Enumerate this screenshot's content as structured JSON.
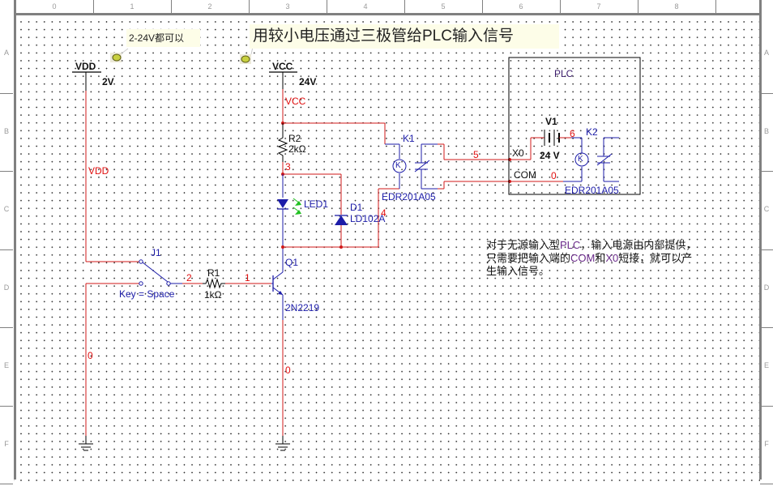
{
  "ruler": {
    "columns": [
      "0",
      "1",
      "2",
      "3",
      "4",
      "5",
      "6",
      "7",
      "8"
    ],
    "rows": [
      "A",
      "B",
      "C",
      "D",
      "E",
      "F"
    ]
  },
  "title": "用较小电压通过三极管给PLC输入信号",
  "notes": {
    "vdd_range": "2-24V都可以"
  },
  "components": {
    "vdd": {
      "name": "VDD",
      "value": "2V"
    },
    "vcc": {
      "name": "VCC",
      "value": "24V"
    },
    "r2": {
      "name": "R2",
      "value": "2kΩ"
    },
    "r1": {
      "name": "R1",
      "value": "1kΩ"
    },
    "led1": {
      "name": "LED1"
    },
    "d1": {
      "name": "D1",
      "model": "LD102A"
    },
    "q1": {
      "name": "Q1",
      "model": "2N2219"
    },
    "j1": {
      "name": "J1",
      "key": "Key = Space"
    },
    "k1": {
      "name": "K1",
      "model": "EDR201A05",
      "coil": "K"
    },
    "k2": {
      "name": "K2",
      "model": "EDR201A05",
      "coil": "K"
    },
    "v1": {
      "name": "V1",
      "value": "24 V"
    },
    "plc": {
      "label": "PLC",
      "x0": "X0",
      "com": "COM"
    }
  },
  "nets": {
    "vcc": "VCC",
    "vdd": "VDD",
    "n0_left": "0",
    "n0_mid": "0",
    "n0_plc": "0",
    "n1": "1",
    "n2": "2",
    "n3": "3",
    "n4": "4",
    "n5": "5",
    "n6": "6"
  },
  "description": {
    "line1_a": "对于无源输入型",
    "line1_hl": "PLC",
    "line1_b": "，输入电源由内部提供，",
    "line2_a": "只需要把输入端的",
    "line2_hl1": "COM",
    "line2_b": "和",
    "line2_hl2": "X0",
    "line2_c": "短接，就可以产",
    "line3": "生输入信号。"
  },
  "colors": {
    "wire_red": "#d01818",
    "wire_blue": "#1c1ca8",
    "component_blue": "#1c1ca8",
    "led_green": "#20c020",
    "note_bg": "#fdfde8"
  }
}
